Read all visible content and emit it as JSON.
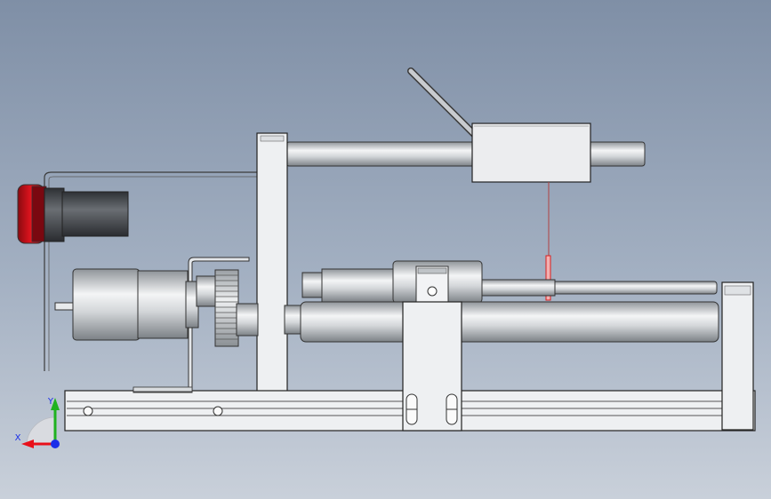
{
  "scene": {
    "kind": "cad-3d-viewport",
    "view": "front"
  },
  "triad": {
    "x_label": "X",
    "y_label": "Y",
    "x_color": "#e8101a",
    "y_color": "#1fb21f",
    "z_color": "#1a2ee8"
  },
  "colors": {
    "background_top": "#7f8fa6",
    "background_bottom": "#c9d0da",
    "part_fill": "#e9ebee",
    "outline": "#222222",
    "knob_red": "#d9101a",
    "motor_dark": "#4a4d52",
    "indicator_line": "#e23030"
  },
  "components": [
    "handle-lever",
    "top-guide-rod",
    "slider-block",
    "left-upright-plate",
    "right-end-block",
    "base-rail",
    "upper-shaft",
    "carriage",
    "lower-roller",
    "gear",
    "dc-motor",
    "motor-bracket",
    "red-knob",
    "potentiometer-body",
    "transparent-cover"
  ]
}
